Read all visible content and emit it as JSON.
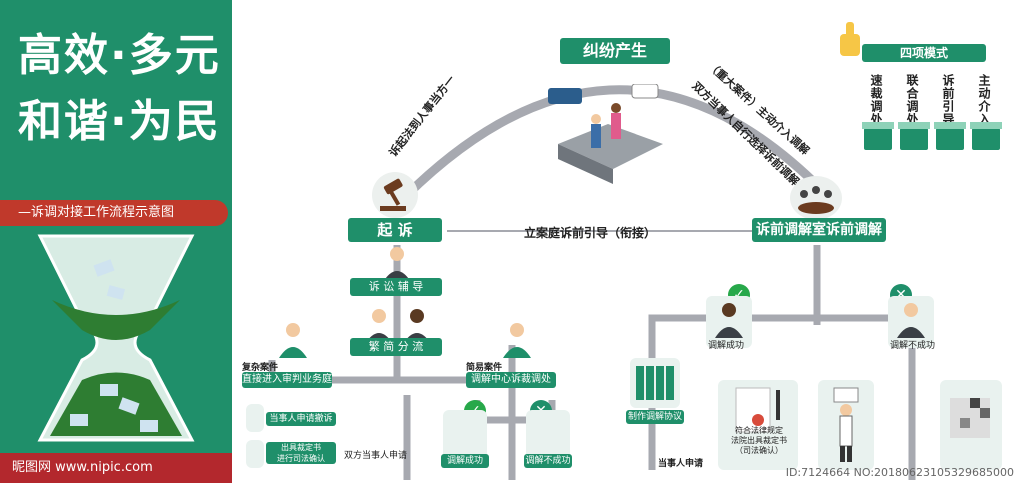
{
  "left_panel": {
    "title_line1": "高效·多元",
    "title_line2": "和谐·为民",
    "subtitle": "—诉调对接工作流程示意图",
    "watermark": "昵图网 www.nipic.com"
  },
  "top": {
    "dispute": "纠纷产生",
    "arc_left": "诉起法到人事当方一",
    "arc_right_1": "（重大案件）主动介入调解",
    "arc_right_2": "双方当事人自行选择诉前调解"
  },
  "modes": {
    "title": "四项模式",
    "items": [
      "速裁调处",
      "联合调处",
      "诉前引导",
      "主动介入"
    ]
  },
  "flow": {
    "sue": "起 诉",
    "link": "立案庭诉前引导（衔接）",
    "premediation": "诉前调解室诉前调解",
    "guide": "诉 讼 辅 导",
    "split": "繁 简 分 流",
    "complex_tag": "复杂案件",
    "complex": "直接进入审判业务庭",
    "simple_tag": "简易案件",
    "center": "调解中心诉裁调处",
    "success": "调解成功",
    "fail": "调解不成功",
    "success2": "调解成功",
    "fail2": "调解不成功",
    "agreement": "制作调解协议",
    "party_apply": "当事人申请",
    "withdraw": "当事人申请撤诉",
    "ruling": "出具裁定书\n进行司法确认",
    "both_apply": "双方当事人申请",
    "legal_doc": "符合法律规定\n法院出具裁定书\n（司法确认）"
  },
  "colors": {
    "green": "#1f8f6a",
    "light_green": "#8ed2b8",
    "red": "#c0392b",
    "line": "#a7a9b0"
  },
  "watermark_id": "ID:7124664 NO:20180623105329685000"
}
